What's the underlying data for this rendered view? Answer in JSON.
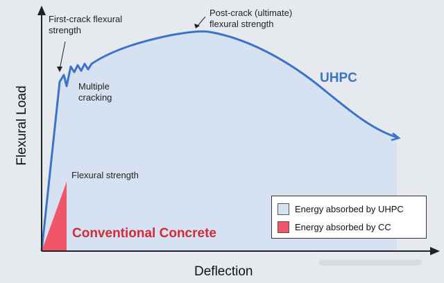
{
  "axes": {
    "y_label": "Flexural Load",
    "x_label": "Deflection"
  },
  "annotations": {
    "first_crack": [
      "First-crack flexural",
      "strength"
    ],
    "post_crack": [
      "Post-crack (ultimate)",
      "flexural strength"
    ],
    "multiple_cracking": [
      "Multiple",
      "cracking"
    ],
    "flexural_strength": "Flexural strength"
  },
  "curve_labels": {
    "uhpc": "UHPC",
    "cc": "Conventional Concrete"
  },
  "legend": {
    "uhpc": "Energy absorbed by UHPC",
    "cc": "Energy absorbed by CC"
  },
  "colors": {
    "uhpc_line": "#3a73c9",
    "uhpc_fill": "#d6e2f2",
    "cc_fill": "#f0566a",
    "cc_text": "#d42a36",
    "background": "#e6e9ee"
  }
}
